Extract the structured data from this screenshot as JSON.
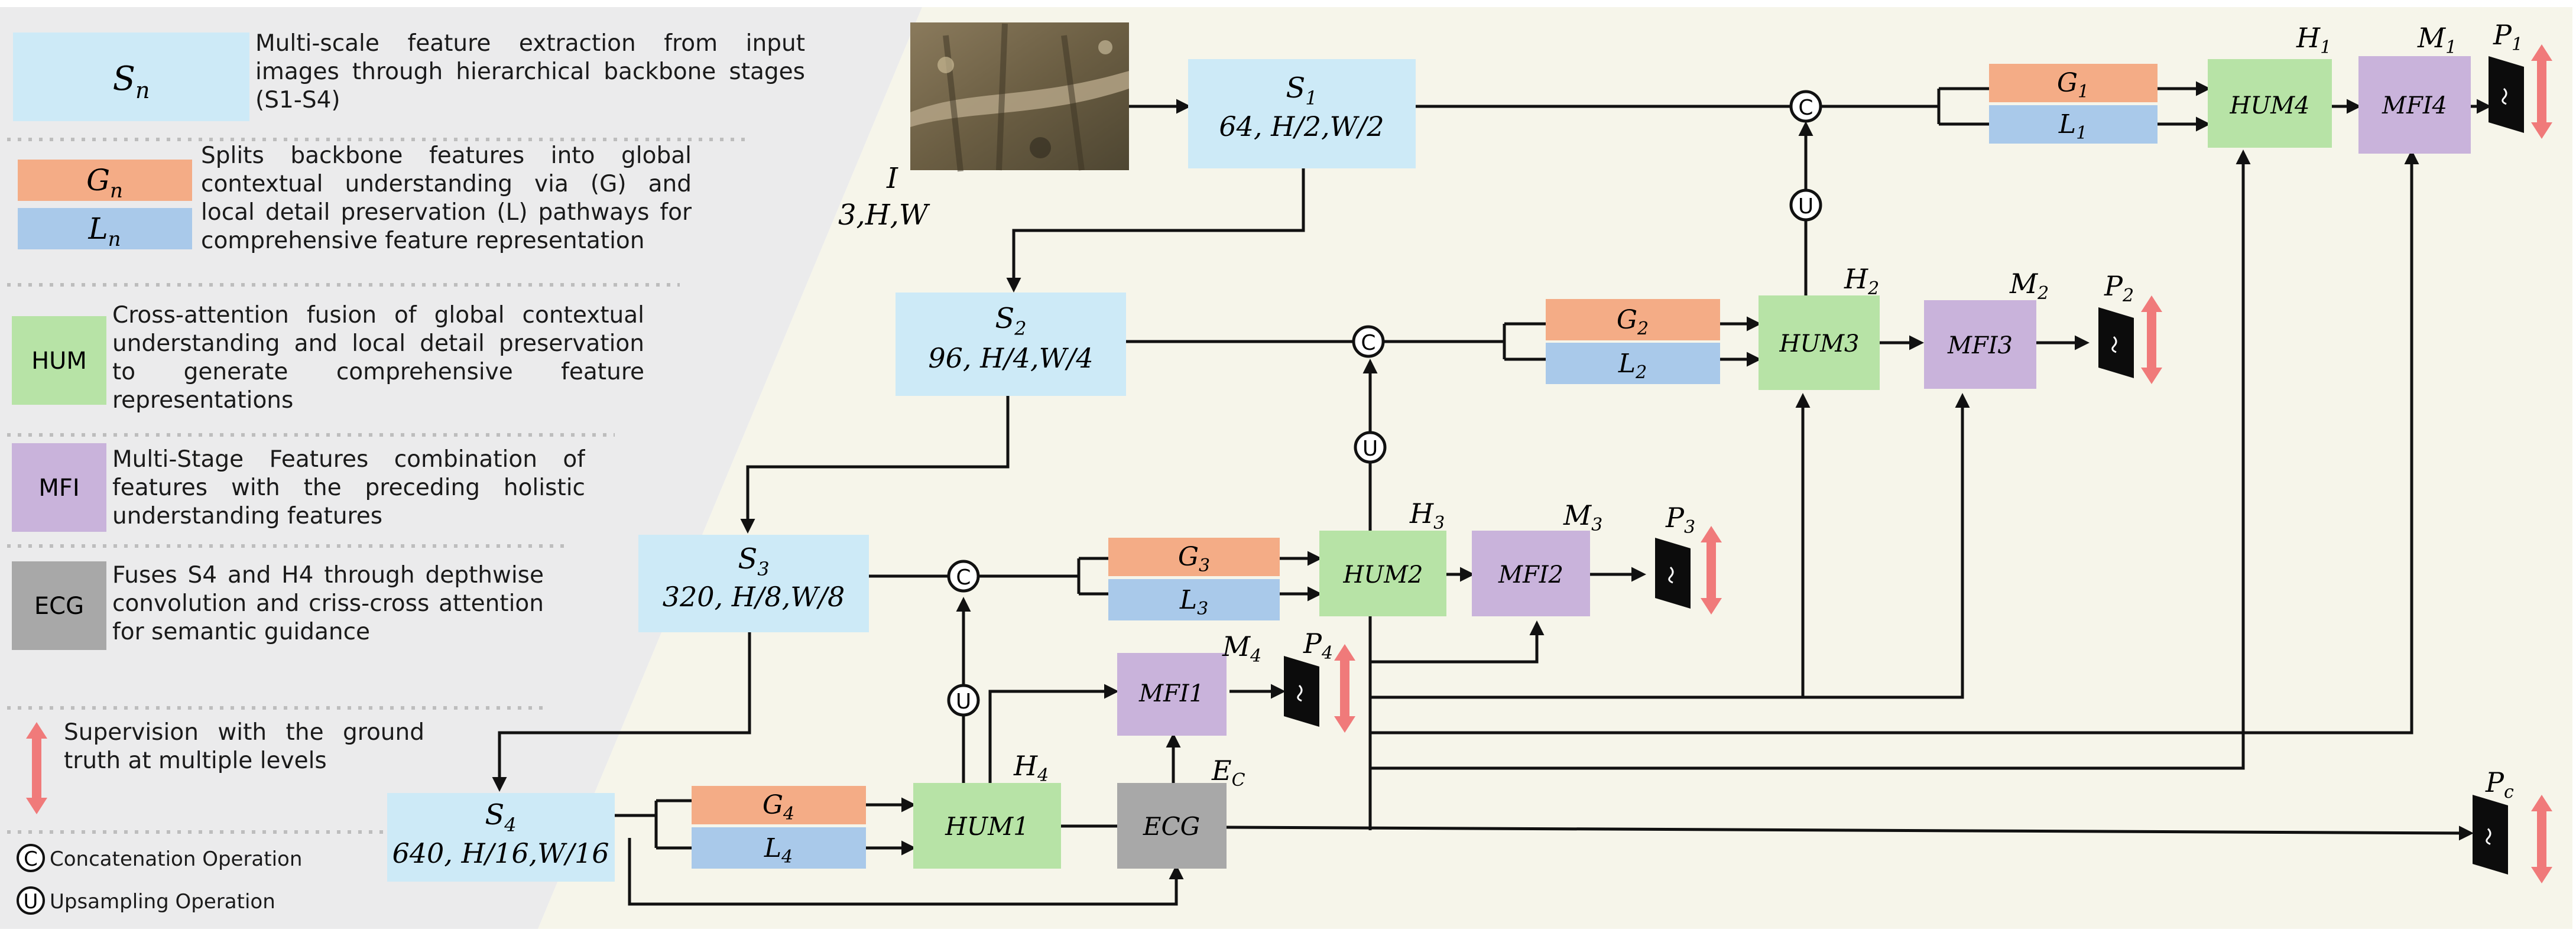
{
  "legend": {
    "items": [
      {
        "key": "Sn",
        "badge": "S",
        "badge_sub": "n",
        "text": "Multi-scale feature extraction from input images through hierarchical backbone stages (S1-S4)",
        "text_lines": [
          "Multi-scale feature extraction from input",
          "images through hierarchical backbone",
          "stages (S₁-S₄)"
        ],
        "color": "#cdeaf7"
      },
      {
        "key": "GnLn",
        "badges": [
          {
            "badge": "G",
            "badge_sub": "n",
            "color": "#f4ac86"
          },
          {
            "badge": "L",
            "badge_sub": "n",
            "color": "#a9c9ea"
          }
        ],
        "text": "Splits backbone features into global contextual understanding via (G) and local detail preservation (L) pathways for comprehensive feature representation",
        "text_lines": [
          "Splits backbone features into global",
          "contextual understanding via (G) and local",
          "detail preservation (L) pathways for",
          "comprehensive feature",
          "representation"
        ]
      },
      {
        "key": "HUM",
        "badge": "HUM",
        "text": "Cross-attention fusion of global contextual understanding and local detail preservation to generate comprehensive feature representations",
        "text_lines": [
          "Cross-attention fusion of global",
          "contextual understanding and local",
          "detail preservation to generate",
          "comprehensive feature representations"
        ],
        "color": "#b7e3a6"
      },
      {
        "key": "MFI",
        "badge": "MFI",
        "text": "Multi-Stage Features combination of features with the preceding holistic understanding features",
        "text_lines": [
          "Multi-Stage Features combination",
          "of features with the preceding",
          "holistic understanding features"
        ],
        "color": "#c9b3db"
      },
      {
        "key": "ECG",
        "badge": "ECG",
        "text": "Fuses S4 and H4 through depthwise convolution and criss-cross attention for semantic guidance",
        "text_lines": [
          "Fuses S₄ and H₄ through",
          "depthwise convolution and",
          "criss-cross attention for",
          "semantic guidance"
        ],
        "color": "#a8a8a8"
      },
      {
        "key": "supervision",
        "text": "Supervision with the ground truth at multiple levels",
        "text_lines": [
          "Supervision with the",
          "ground truth at multiple",
          "levels"
        ],
        "color": "#f07a7a"
      },
      {
        "key": "concat",
        "symbol": "C",
        "text": "Concatenation Operation"
      },
      {
        "key": "upsample",
        "symbol": "U",
        "text": "Upsampling Operation"
      }
    ]
  },
  "input": {
    "name": "I",
    "shape": "3,H,W"
  },
  "stages": [
    {
      "id": "S1",
      "name": "S",
      "sub": "1",
      "shape": "64, H/2,W/2"
    },
    {
      "id": "S2",
      "name": "S",
      "sub": "2",
      "shape": "96, H/4,W/4"
    },
    {
      "id": "S3",
      "name": "S",
      "sub": "3",
      "shape": "320, H/8,W/8"
    },
    {
      "id": "S4",
      "name": "S",
      "sub": "4",
      "shape": "640, H/16,W/16"
    }
  ],
  "branches": [
    {
      "g": "G",
      "l": "L",
      "sub": "1"
    },
    {
      "g": "G",
      "l": "L",
      "sub": "2"
    },
    {
      "g": "G",
      "l": "L",
      "sub": "3"
    },
    {
      "g": "G",
      "l": "L",
      "sub": "4"
    }
  ],
  "hum": [
    {
      "label": "HUM1",
      "tag": "H",
      "sub": "4"
    },
    {
      "label": "HUM2",
      "tag": "H",
      "sub": "3"
    },
    {
      "label": "HUM3",
      "tag": "H",
      "sub": "2"
    },
    {
      "label": "HUM4",
      "tag": "H",
      "sub": "1"
    }
  ],
  "mfi": [
    {
      "label": "MFI1",
      "tag": "M",
      "sub": "4"
    },
    {
      "label": "MFI2",
      "tag": "M",
      "sub": "3"
    },
    {
      "label": "MFI3",
      "tag": "M",
      "sub": "2"
    },
    {
      "label": "MFI4",
      "tag": "M",
      "sub": "1"
    }
  ],
  "ecg": {
    "label": "ECG",
    "tag": "E",
    "sub": "C"
  },
  "outputs": [
    {
      "tag": "P",
      "sub": "4"
    },
    {
      "tag": "P",
      "sub": "3"
    },
    {
      "tag": "P",
      "sub": "2"
    },
    {
      "tag": "P",
      "sub": "1"
    },
    {
      "tag": "P",
      "sub": "c"
    }
  ],
  "ops": {
    "concat": "C",
    "upsample": "U"
  },
  "colors": {
    "stage": "#cdeaf7",
    "global": "#f4ac86",
    "local": "#a9c9ea",
    "hum": "#b7e3a6",
    "mfi": "#c9b3db",
    "ecg": "#a8a8a8",
    "arrow_red": "#f07a7a",
    "legend_bg": "#ebebec",
    "canvas_bg": "#f6f5ea"
  }
}
